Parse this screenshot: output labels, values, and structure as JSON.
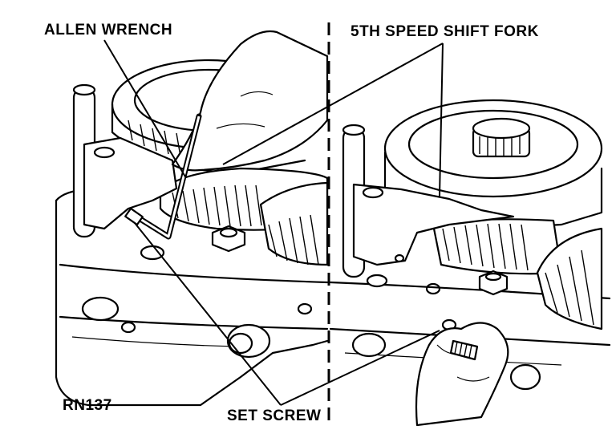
{
  "labels": {
    "allen_wrench": "ALLEN WRENCH",
    "fifth_speed_shift_fork": "5TH SPEED SHIFT FORK",
    "set_screw": "SET SCREW",
    "figure_code": "RN137"
  },
  "colors": {
    "ink": "#000000",
    "paper": "#ffffff"
  }
}
